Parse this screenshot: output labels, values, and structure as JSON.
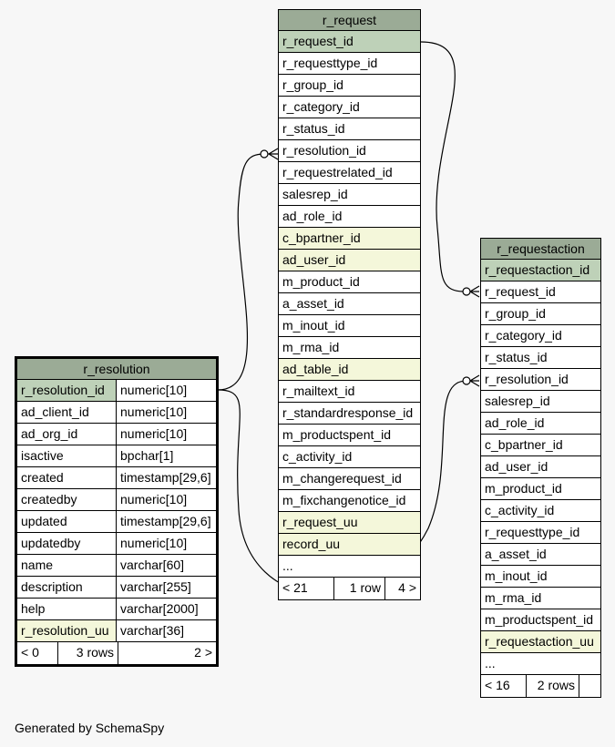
{
  "r_request": {
    "title": "r_request",
    "columns": [
      {
        "name": "r_request_id",
        "kind": "pk"
      },
      {
        "name": "r_requesttype_id",
        "kind": ""
      },
      {
        "name": "r_group_id",
        "kind": ""
      },
      {
        "name": "r_category_id",
        "kind": ""
      },
      {
        "name": "r_status_id",
        "kind": ""
      },
      {
        "name": "r_resolution_id",
        "kind": ""
      },
      {
        "name": "r_requestrelated_id",
        "kind": ""
      },
      {
        "name": "salesrep_id",
        "kind": ""
      },
      {
        "name": "ad_role_id",
        "kind": ""
      },
      {
        "name": "c_bpartner_id",
        "kind": "uq"
      },
      {
        "name": "ad_user_id",
        "kind": "uq"
      },
      {
        "name": "m_product_id",
        "kind": ""
      },
      {
        "name": "a_asset_id",
        "kind": ""
      },
      {
        "name": "m_inout_id",
        "kind": ""
      },
      {
        "name": "m_rma_id",
        "kind": ""
      },
      {
        "name": "ad_table_id",
        "kind": "uq"
      },
      {
        "name": "r_mailtext_id",
        "kind": ""
      },
      {
        "name": "r_standardresponse_id",
        "kind": ""
      },
      {
        "name": "m_productspent_id",
        "kind": ""
      },
      {
        "name": "c_activity_id",
        "kind": ""
      },
      {
        "name": "m_changerequest_id",
        "kind": ""
      },
      {
        "name": "m_fixchangenotice_id",
        "kind": ""
      },
      {
        "name": "r_request_uu",
        "kind": "uq"
      },
      {
        "name": "record_uu",
        "kind": "uq"
      },
      {
        "name": "...",
        "kind": ""
      }
    ],
    "footer": {
      "parents": "< 21",
      "rows": "1 row",
      "children": "4 >"
    }
  },
  "r_requestaction": {
    "title": "r_requestaction",
    "columns": [
      {
        "name": "r_requestaction_id",
        "kind": "pk"
      },
      {
        "name": "r_request_id",
        "kind": ""
      },
      {
        "name": "r_group_id",
        "kind": ""
      },
      {
        "name": "r_category_id",
        "kind": ""
      },
      {
        "name": "r_status_id",
        "kind": ""
      },
      {
        "name": "r_resolution_id",
        "kind": ""
      },
      {
        "name": "salesrep_id",
        "kind": ""
      },
      {
        "name": "ad_role_id",
        "kind": ""
      },
      {
        "name": "c_bpartner_id",
        "kind": ""
      },
      {
        "name": "ad_user_id",
        "kind": ""
      },
      {
        "name": "m_product_id",
        "kind": ""
      },
      {
        "name": "c_activity_id",
        "kind": ""
      },
      {
        "name": "r_requesttype_id",
        "kind": ""
      },
      {
        "name": "a_asset_id",
        "kind": ""
      },
      {
        "name": "m_inout_id",
        "kind": ""
      },
      {
        "name": "m_rma_id",
        "kind": ""
      },
      {
        "name": "m_productspent_id",
        "kind": ""
      },
      {
        "name": "r_requestaction_uu",
        "kind": "uq"
      },
      {
        "name": "...",
        "kind": ""
      }
    ],
    "footer": {
      "parents": "< 16",
      "rows": "2 rows",
      "children": ""
    }
  },
  "r_resolution": {
    "title": "r_resolution",
    "columns": [
      {
        "name": "r_resolution_id",
        "type": "numeric[10]",
        "kind": "pk"
      },
      {
        "name": "ad_client_id",
        "type": "numeric[10]",
        "kind": ""
      },
      {
        "name": "ad_org_id",
        "type": "numeric[10]",
        "kind": ""
      },
      {
        "name": "isactive",
        "type": "bpchar[1]",
        "kind": ""
      },
      {
        "name": "created",
        "type": "timestamp[29,6]",
        "kind": ""
      },
      {
        "name": "createdby",
        "type": "numeric[10]",
        "kind": ""
      },
      {
        "name": "updated",
        "type": "timestamp[29,6]",
        "kind": ""
      },
      {
        "name": "updatedby",
        "type": "numeric[10]",
        "kind": ""
      },
      {
        "name": "name",
        "type": "varchar[60]",
        "kind": ""
      },
      {
        "name": "description",
        "type": "varchar[255]",
        "kind": ""
      },
      {
        "name": "help",
        "type": "varchar[2000]",
        "kind": ""
      },
      {
        "name": "r_resolution_uu",
        "type": "varchar[36]",
        "kind": "uq"
      }
    ],
    "footer": {
      "parents": "< 0",
      "rows": "3 rows",
      "children": "2 >"
    }
  },
  "footer_text": "Generated by SchemaSpy",
  "colors": {
    "header": "#9bab96",
    "primary_key": "#bed1b8",
    "unique": "#f4f7da",
    "background": "#f7f7f7"
  }
}
